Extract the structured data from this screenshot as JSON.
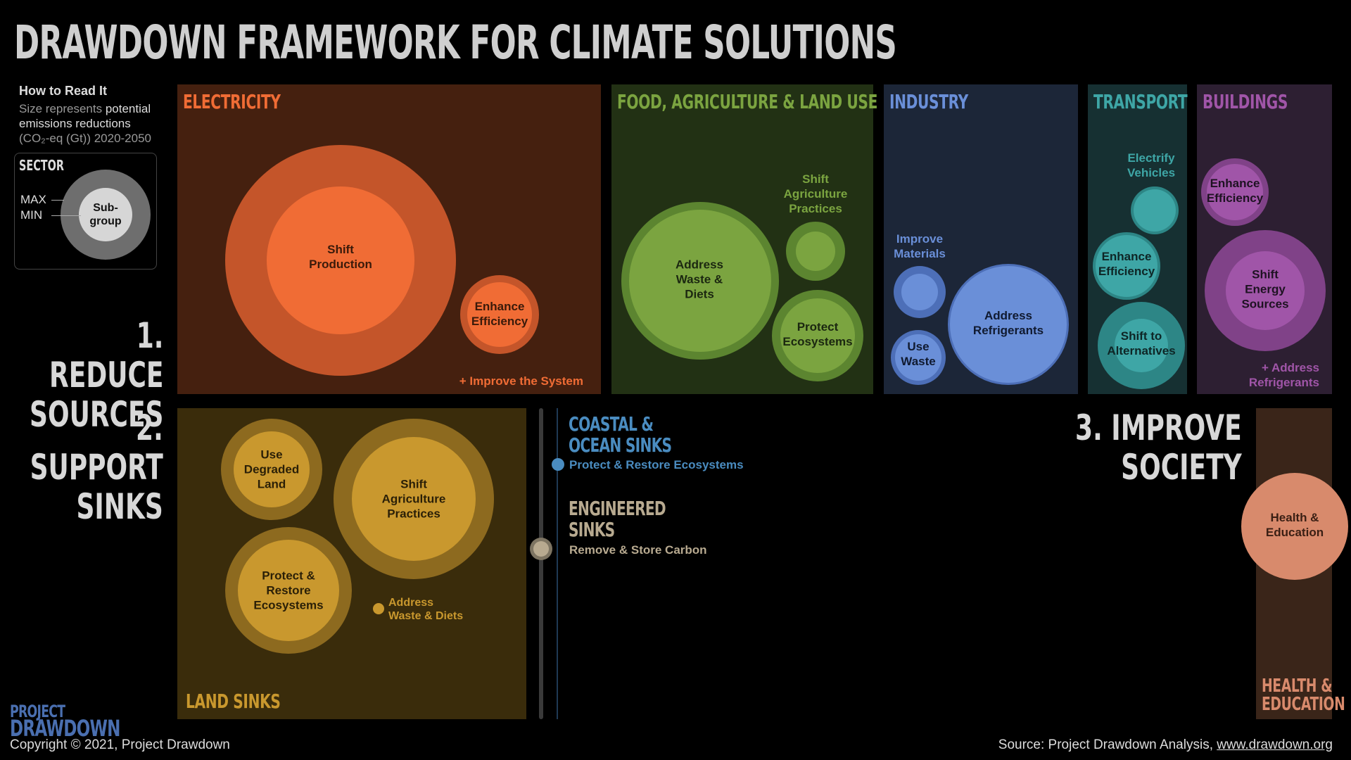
{
  "title": "DRAWDOWN FRAMEWORK FOR CLIMATE SOLUTIONS",
  "legend": {
    "heading": "How to Read It",
    "line1_a": "Size represents ",
    "line1_b": "potential",
    "line2": "emissions reductions",
    "line3": "(CO₂-eq (Gt)) 2020-2050",
    "box_title": "SECTOR",
    "max_label": "MAX",
    "min_label": "MIN",
    "sub_label": "Sub-\ngroup"
  },
  "sections": {
    "reduce": "1. REDUCE\nSOURCES",
    "support": "2. SUPPORT\nSINKS",
    "improve": "3. IMPROVE\nSOCIETY"
  },
  "sectors": {
    "electricity": {
      "name": "ELECTRICITY",
      "subgroups": [
        "Shift\nProduction",
        "Enhance\nEfficiency"
      ],
      "note": "+ Improve the System"
    },
    "food": {
      "name": "FOOD, AGRICULTURE & LAND USE",
      "subgroups": [
        "Address\nWaste &\nDiets",
        "Shift\nAgriculture\nPractices",
        "Protect\nEcosystems"
      ]
    },
    "industry": {
      "name": "INDUSTRY",
      "subgroups": [
        "Improve\nMaterials",
        "Use\nWaste",
        "Address\nRefrigerants"
      ]
    },
    "transport": {
      "name": "TRANSPORT",
      "subgroups": [
        "Electrify\nVehicles",
        "Enhance\nEfficiency",
        "Shift to\nAlternatives"
      ]
    },
    "buildings": {
      "name": "BUILDINGS",
      "subgroups": [
        "Enhance\nEfficiency",
        "Shift\nEnergy\nSources"
      ],
      "note": "+ Address\nRefrigerants"
    },
    "land_sinks": {
      "name": "LAND SINKS",
      "subgroups": [
        "Use\nDegraded\nLand",
        "Shift\nAgriculture\nPractices",
        "Protect &\nRestore\nEcosystems",
        "Address\nWaste & Diets"
      ]
    },
    "coastal": {
      "name": "COASTAL &\nOCEAN SINKS",
      "subgroup": "Protect & Restore Ecosystems"
    },
    "engineered": {
      "name": "ENGINEERED\nSINKS",
      "subgroup": "Remove & Store Carbon"
    },
    "health": {
      "name": "HEALTH &\nEDUCATION",
      "subgroup": "Health &\nEducation"
    }
  },
  "footer": {
    "logo_top": "PROJECT",
    "logo_bottom": "DRAWDOWN",
    "copyright": "Copyright © 2021, Project Drawdown",
    "source_prefix": "Source: Project Drawdown Analysis, ",
    "source_link": "www.drawdown.org"
  },
  "colors": {
    "electricity": "#f06c35",
    "food": "#7ba440",
    "industry": "#6a8fd8",
    "transport": "#3ea6a6",
    "buildings": "#a055a8",
    "land": "#c9982e",
    "coastal": "#4a8cc0",
    "engineered": "#b8aa90",
    "health": "#d88a6c"
  }
}
